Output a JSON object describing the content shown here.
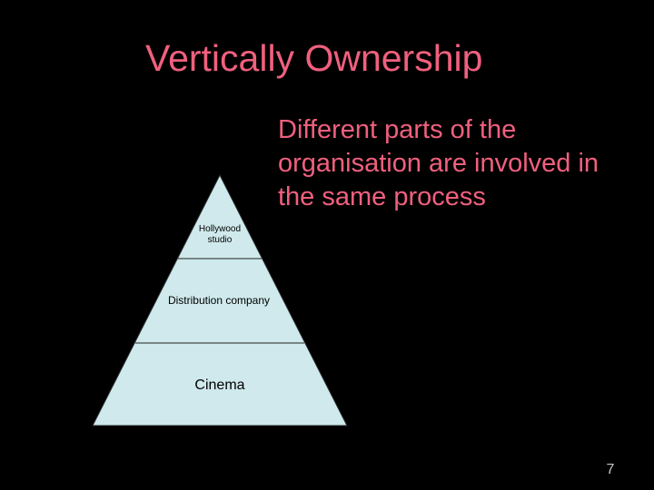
{
  "slide": {
    "title": "Vertically Ownership",
    "body": "Different parts of the organisation are involved in the same process",
    "page_number": "7"
  },
  "pyramid": {
    "fill_color": "#cfe9ec",
    "tiers": [
      {
        "label": "Hollywood studio"
      },
      {
        "label": "Distribution company"
      },
      {
        "label": "Cinema"
      }
    ]
  },
  "colors": {
    "background": "#000000",
    "title_text": "#f0607e",
    "body_text": "#f0607e",
    "page_number": "#c8c8c8"
  }
}
